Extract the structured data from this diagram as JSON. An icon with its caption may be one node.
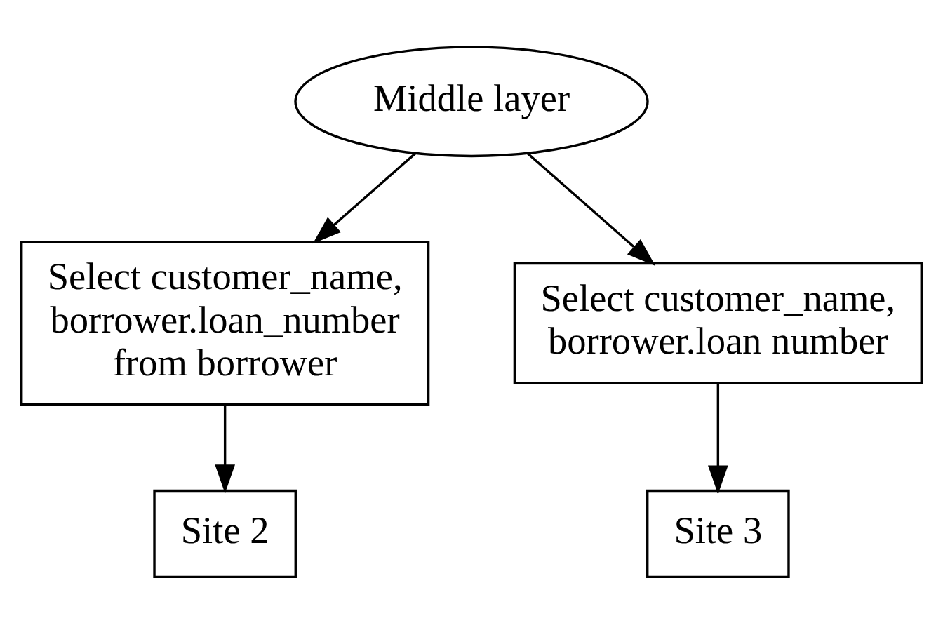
{
  "diagram": {
    "nodes": [
      {
        "text": [
          "Middle layer"
        ]
      },
      {
        "text": [
          "Select customer_name, borrower.loan_number from borrower"
        ]
      },
      {
        "text": [
          "Select customer_name, borrower.loan number"
        ]
      },
      {
        "text": [
          "Site 2"
        ]
      },
      {
        "text": [
          "Site 3"
        ]
      }
    ],
    "edges": [
      {
        "from": 0,
        "to": 1,
        "arrow": "to"
      },
      {
        "from": 0,
        "to": 2,
        "arrow": "to"
      },
      {
        "from": 1,
        "to": 3,
        "arrow": "to"
      },
      {
        "from": 2,
        "to": 4,
        "arrow": "to"
      }
    ]
  }
}
